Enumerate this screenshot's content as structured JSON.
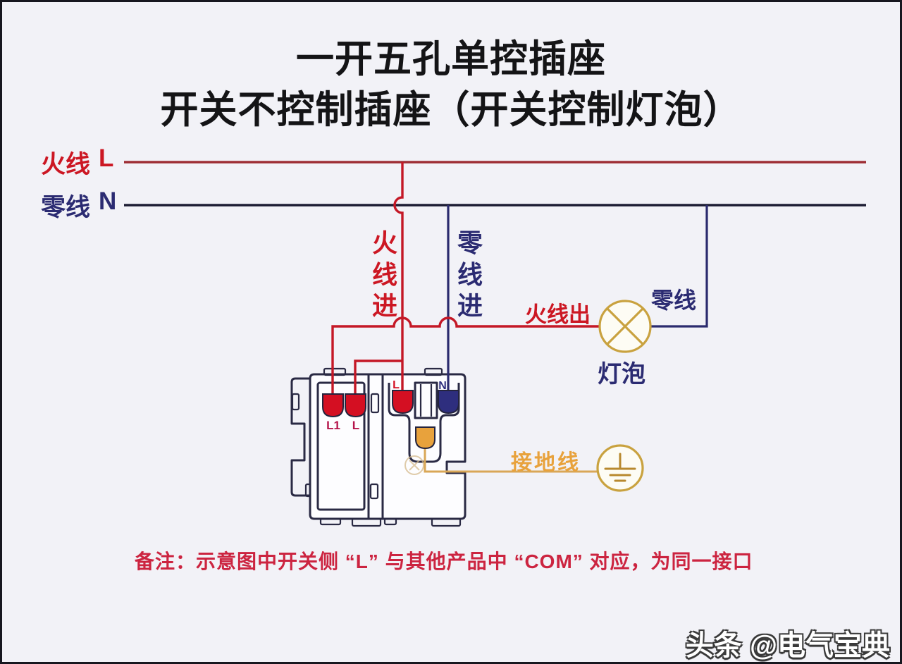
{
  "title": {
    "line1": "一开五孔单控插座",
    "line2": "开关不控制插座（开关控制灯泡）"
  },
  "bus": {
    "live": {
      "label": "火线",
      "code": "L"
    },
    "neutral": {
      "label": "零线",
      "code": "N"
    }
  },
  "labels": {
    "live_in": "火线进",
    "neutral_in": "零线进",
    "live_out": "火线出",
    "neutral_return": "零线",
    "bulb": "灯泡",
    "ground": "接地线"
  },
  "device": {
    "terminals": {
      "switch_out": "L1",
      "switch_com": "L",
      "socket_live": "L",
      "socket_neutral": "N"
    }
  },
  "note": "备注：示意图中开关侧 “L” 与其他产品中 “COM” 对应，为同一接口",
  "watermark": "头条 @电气宝典",
  "colors": {
    "background": "#f2f2f7",
    "frame": "#17171f",
    "live_bus": "#9e2e35",
    "live_wire": "#c41826",
    "neutral_bus": "#1d1d33",
    "neutral_wire": "#2b2b6e",
    "label_red": "#cc1723",
    "label_navy": "#2b2b72",
    "terminal_label_red": "#b5154b",
    "gold": "#c9a23f",
    "ground_wire": "#d9a757",
    "ground_label": "#e8a23c",
    "note_red": "#cc2440",
    "device_outline": "#2a2a44",
    "title_black": "#141416"
  }
}
